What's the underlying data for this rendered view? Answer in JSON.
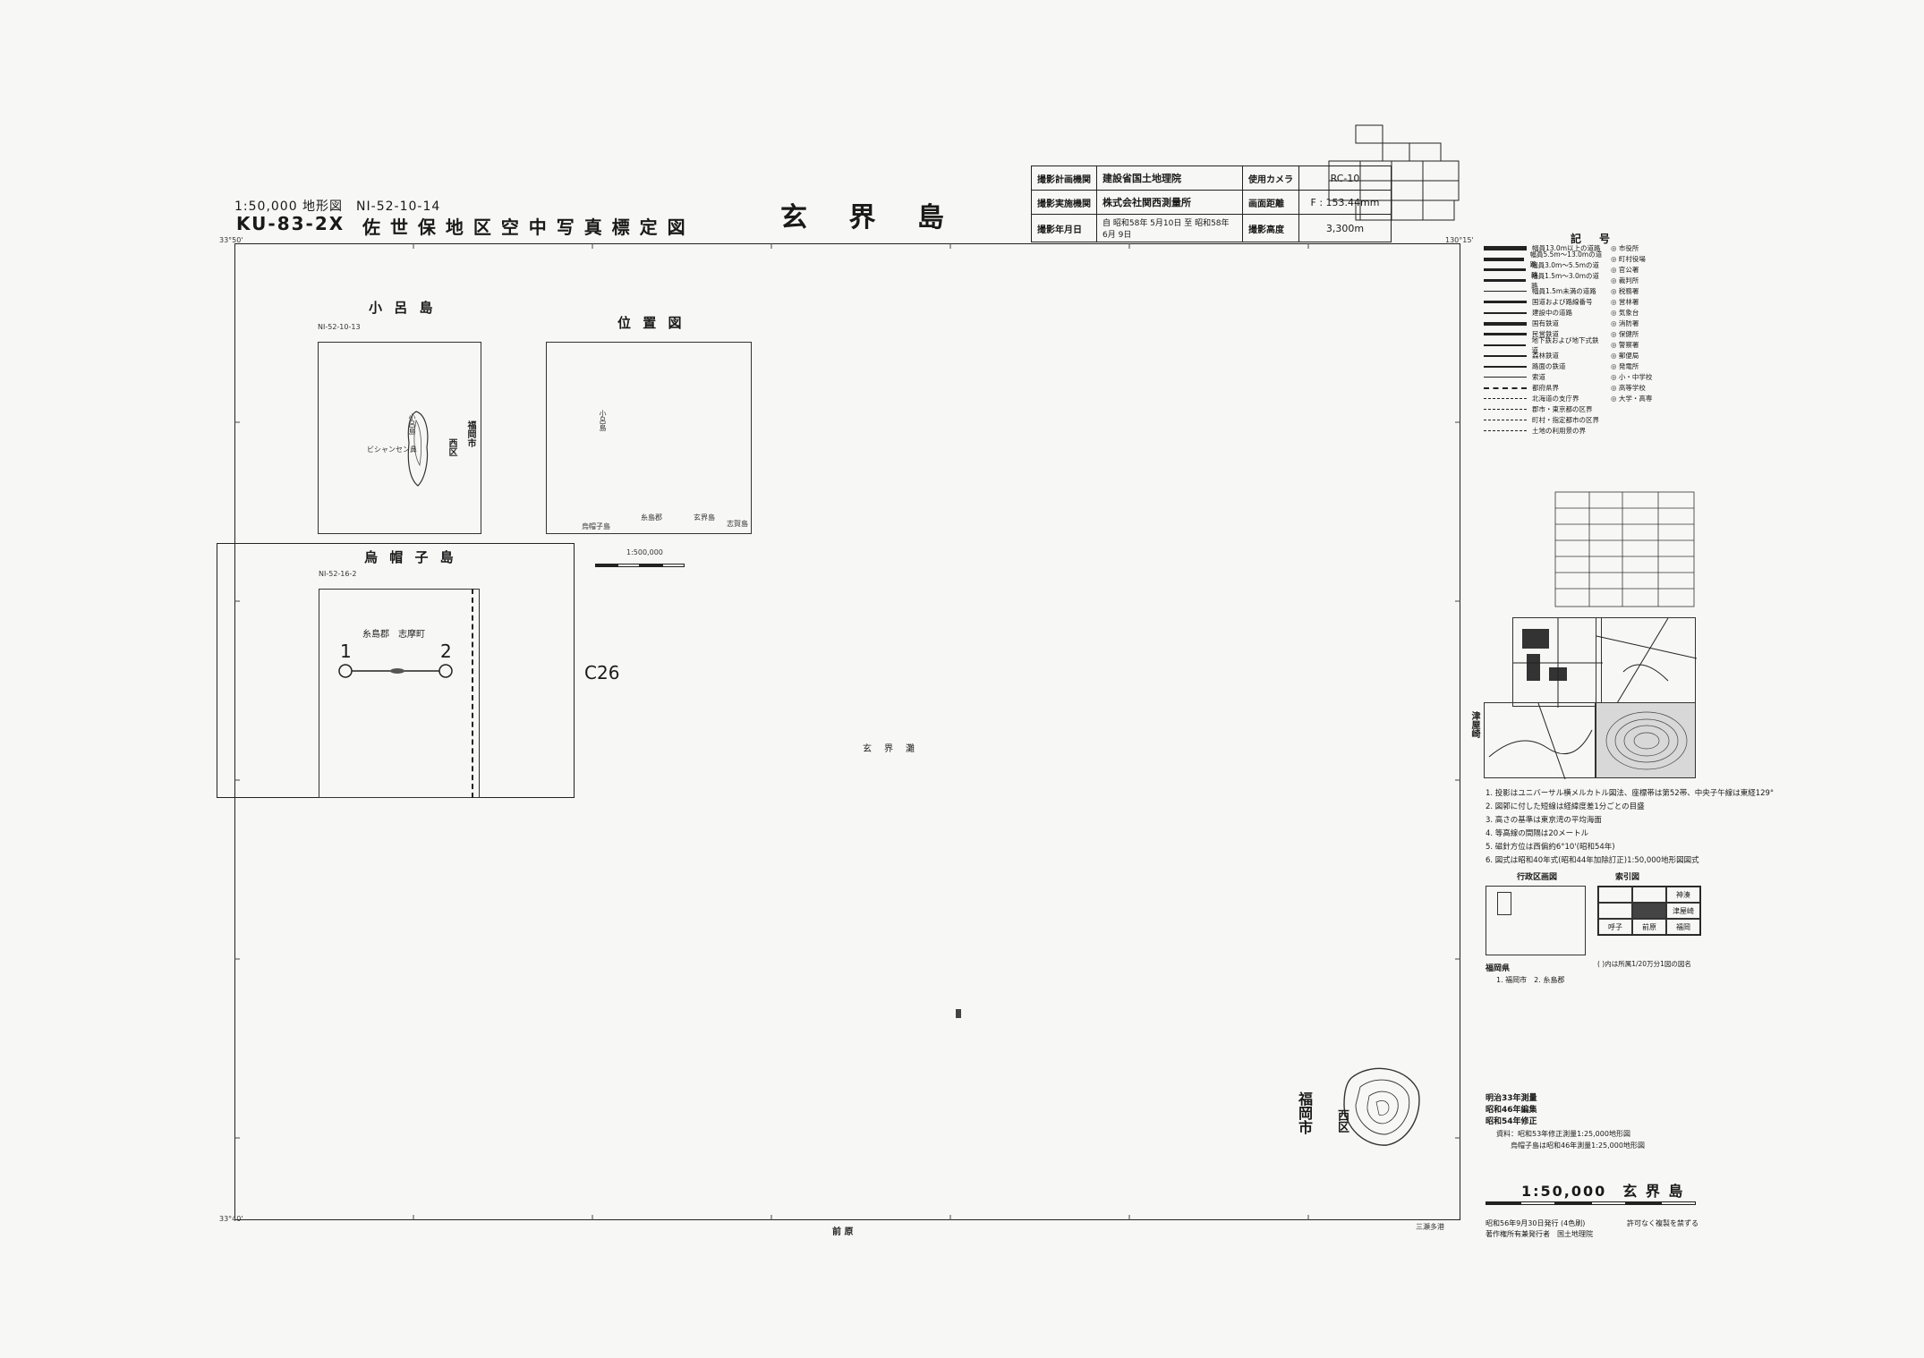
{
  "header": {
    "scale_sheet": "1:50,000 地形図　NI-52-10-14",
    "code": "KU-83-2X",
    "title": "佐 世 保 地 区 空 中 写 真 標 定 図",
    "map_title": "玄 界 島"
  },
  "info_table": {
    "rows": [
      {
        "k": "撮影計画機関",
        "v": "建設省国土地理院",
        "k2": "使用カメラ",
        "v2": "RC-10"
      },
      {
        "k": "撮影実施機関",
        "v": "株式会社関西測量所",
        "k2": "画面距離",
        "v2": "F : 153.44mm"
      },
      {
        "k": "撮影年月日",
        "v": "自 昭和58年 5月10日 至 昭和58年 6月 9日",
        "k2": "撮影高度",
        "v2": "3,300m"
      }
    ]
  },
  "insets": {
    "koro": {
      "title": "小 呂 島",
      "sheet": "NI-52-10-13",
      "labels": [
        "福岡市",
        "西区",
        "小呂島",
        "ビシャンセン鼻"
      ]
    },
    "location": {
      "title": "位 置 図",
      "labels": [
        "小呂島",
        "烏帽子島",
        "糸島郡",
        "玄界島",
        "志賀島"
      ],
      "scale": "1:500,000"
    },
    "eboshi": {
      "title": "烏 帽 子 島",
      "sheet": "NI-52-16-2",
      "district": "糸島郡　志摩町",
      "point1": "1",
      "point2": "2"
    }
  },
  "map": {
    "c26": "C26",
    "genkai": "玄　界　灘",
    "bottom": "前 原",
    "bottom_right": "三瀬多港",
    "right_side": "津屋崎",
    "island_fukuoka": "福岡市",
    "island_nishiku": "西区",
    "corner_tl": "33°50'",
    "corner_bl": "33°40'",
    "corner_tr": "130°15'"
  },
  "legend": {
    "title": "記　号",
    "items": [
      "幅員13.0m以上の道路",
      "幅員5.5m〜13.0mの道路",
      "幅員3.0m〜5.5mの道路",
      "幅員1.5m〜3.0mの道路",
      "幅員1.5m未満の道路",
      "国道および路線番号",
      "建設中の道路",
      "国有鉄道",
      "民営鉄道",
      "地下鉄および地下式鉄道",
      "森林鉄道",
      "路面の鉄道",
      "索道",
      "都府県界",
      "北海道の支庁界",
      "郡市・東京都の区界",
      "町村・指定都市の区界",
      "土地の利用景の界"
    ],
    "symbols_right": [
      "市役所",
      "町村役場",
      "官公署",
      "裁判所",
      "税務署",
      "営林署",
      "気象台",
      "消防署",
      "保健所",
      "警察署",
      "郵便局",
      "発電所",
      "小・中学校",
      "高等学校",
      "大学・高専"
    ]
  },
  "notes": [
    "1. 投影はユニバーサル横メルカトル図法、座標帯は第52帯、中央子午線は東経129°",
    "2. 図郭に付した短線は経緯度差1分ごとの目盛",
    "3. 高さの基準は東京湾の平均海面",
    "4. 等高線の間隔は20メートル",
    "5. 磁針方位は西偏約6°10'(昭和54年)",
    "6. 図式は昭和40年式(昭和44年加除訂正)1:50,000地形図図式"
  ],
  "admin": {
    "title": "行政区画図",
    "pref": "福岡県",
    "items": "1. 福岡市　2. 糸島郡"
  },
  "index_map": {
    "title": "索引図",
    "cells": [
      "",
      "",
      "神湊",
      "",
      "",
      "津屋崎",
      "呼子",
      "前原",
      "福岡"
    ],
    "note": "( )内は所属1/20万分1図の図名"
  },
  "survey": {
    "lines": [
      "明治33年測量",
      "昭和46年編集",
      "昭和54年修正"
    ],
    "source1": "資料：昭和53年修正測量1:25,000地形図",
    "source2": "烏帽子島は昭和46年測量1:25,000地形図"
  },
  "footer": {
    "scale_title": "1:50,000　玄 界 島",
    "issued": "昭和56年9月30日発行 (4色刷)",
    "publisher": "著作権所有兼発行者　国土地理院",
    "permit": "許可なく複製を禁ずる"
  }
}
